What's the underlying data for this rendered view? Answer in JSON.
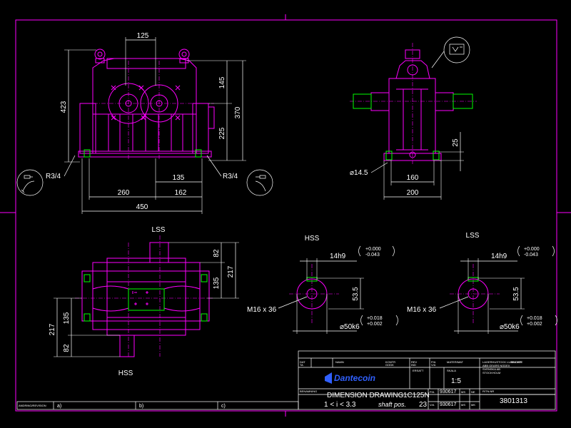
{
  "front_view": {
    "dims": {
      "top_width": "125",
      "overall_height": "423",
      "upper_height": "145",
      "total_height": "370",
      "lower_height": "225",
      "offset": "135",
      "left_len": "260",
      "right_len": "162",
      "overall_len": "450",
      "drain_left": "R3/4",
      "drain_right": "R3/4"
    }
  },
  "side_view": {
    "dims": {
      "hole": "⌀14.5",
      "base_height": "25",
      "inner_width": "160",
      "outer_width": "200"
    }
  },
  "top_view": {
    "labels": {
      "lss": "LSS",
      "hss": "HSS"
    },
    "dims": {
      "shaft_upper": "82",
      "upper_h": "135",
      "upper_total": "217",
      "lower_h": "135",
      "lower_total": "217",
      "shaft_lower": "82"
    }
  },
  "shaft_hss": {
    "title": "HSS",
    "key": "14h9",
    "key_tol_upper": "+0.000",
    "key_tol_lower": "-0.043",
    "height": "53.5",
    "thread": "M16 x 36",
    "diameter": "⌀50k6",
    "dia_tol_upper": "+0.018",
    "dia_tol_lower": "+0.002"
  },
  "shaft_lss": {
    "title": "LSS",
    "key": "14h9",
    "key_tol_upper": "+0.000",
    "key_tol_lower": "-0.043",
    "height": "53.5",
    "thread": "M16 x 36",
    "diameter": "⌀50k6",
    "dia_tol_upper": "+0.018",
    "dia_tol_lower": "+0.002"
  },
  "title_block": {
    "logo": "Dantecoin",
    "drawing_title": "DIMENSION DRAWING",
    "model": "1C125N",
    "ratio_range": "1 < i < 3.3",
    "shaft_pos_label": "shaft pos.",
    "shaft_pos": "23",
    "scale": "1:5",
    "drawing_number": "3801313",
    "r1": "930617",
    "r2": "930617",
    "c_dat": "DAT",
    "c_ta": "TA",
    "c_rev": "REV",
    "c_mater": "MATER/MAT",
    "c_skala": "SKALA",
    "c_ritn": "RITN.NR",
    "c_bildnr": "BILDNR",
    "c_kontr": "KONTR",
    "c_godk": "GODK",
    "c_namn": "NAMN",
    "c_ersatt": "ERSATT",
    "c_ms": "MS",
    "c_ind": "IND",
    "c_pa": "P/A",
    "c_va": "V/A",
    "c_ne": "NE",
    "c_mk": "MK",
    "c_benamning": "BENAMNING",
    "rev_label": "ANDRING/REVISION",
    "rev_a": "a)",
    "rev_b": "b)",
    "rev_c": "c)",
    "lines": [
      "LAGERHUSTOCK LUBRICATE",
      "ABB GEARS NODEX",
      "SVENSKA AB",
      "STOCKHOLM"
    ]
  }
}
